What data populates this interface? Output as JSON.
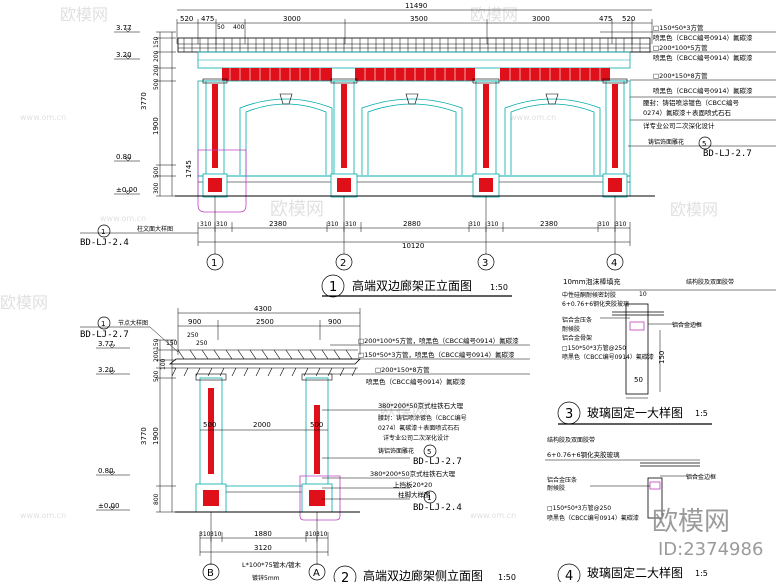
{
  "colors": {
    "red": "#e0101a",
    "cyan": "#00aaaa",
    "magenta": "#c040c0",
    "line": "#000000"
  },
  "watermark": {
    "site": "欧模网",
    "url": "www.om.cn",
    "brand": "欧模网",
    "id": "ID:2374986"
  },
  "front": {
    "title": "高端双边廊架正立面图",
    "scale": "1:50",
    "num": "1",
    "top_total": "11490",
    "top_dims": [
      "520",
      "475",
      "50",
      "400",
      "3000",
      "3500",
      "3000",
      "475",
      "520"
    ],
    "bottom_dims": [
      "310",
      "310",
      "2380",
      "310",
      "310",
      "2880",
      "310",
      "310",
      "2380",
      "310",
      "310"
    ],
    "bottom_total": "10120",
    "left_levels": [
      "3.77",
      "3.20",
      "0.80",
      "±0.00"
    ],
    "left_dims": [
      "150",
      "200",
      "200",
      "500",
      "3770",
      "1900",
      "1745",
      "500",
      "300"
    ],
    "axes": [
      "1",
      "2",
      "3",
      "4"
    ],
    "notes": [
      "□150*50*3方管",
      "喷黑色（CBCC编号0914）氟碳漆",
      "□200*100*5方管",
      "喷黑色（CBCC编号0914）氟碳漆",
      "□200*150*8方管",
      "喷黑色（CBCC编号0914）氟碳漆",
      "腰封：铸铝喷涂镀色（CBCC编号",
      "0274）氟碳漆＋表面喷式石石",
      "详专业公司二次深化设计",
      "铸铝饰面雕花"
    ],
    "callout_right": {
      "num": "5",
      "code": "BD-LJ-2.7"
    },
    "callout_left": {
      "label": "柱文面大样图",
      "num": "1",
      "code": "BD-LJ-2.4"
    }
  },
  "side": {
    "title": "高端双边廊架侧立面图",
    "scale": "1:50",
    "num": "2",
    "top_dims": [
      "4300",
      "900",
      "2500",
      "900",
      "150",
      "250",
      "250"
    ],
    "bottom_dims": [
      "310",
      "310",
      "1880",
      "310",
      "310",
      "3120"
    ],
    "mid_dims": [
      "500",
      "2000",
      "500"
    ],
    "left_levels": [
      "3.77",
      "3.20",
      "0.80",
      "±0.00"
    ],
    "left_dims": [
      "150",
      "200",
      "100",
      "500",
      "3770",
      "1900",
      "800"
    ],
    "axes": [
      "B",
      "A"
    ],
    "callout_top": {
      "label": "节点大样图",
      "num": "1",
      "code": "BD-LJ-2.7"
    },
    "notes": [
      "□200*100*5方管，喷黑色（CBCC编号0914）氟碳漆",
      "□150*50*3方管，喷黑色（CBCC编号0914）氟碳漆",
      "□200*150*8方管",
      "喷黑色（CBCC编号0914）氟碳漆",
      "380*200*50京式柱铁石大理",
      "腰封：铸铝喷涂镀色（CBCC编号",
      "0274）氟碳漆＋表面喷式石石",
      "详专业公司二次深化设计",
      "铸铝饰面雕花",
      "380*200*50京式柱铁石大理",
      "上挡板20*20",
      "柱脚大样图"
    ],
    "callout_mid": {
      "num": "5",
      "code": "BD-LJ-2.7"
    },
    "callout_low": {
      "num": "1",
      "code": "BD-LJ-2.4"
    },
    "bottom_note": "L*100*75镀木/镀木",
    "bottom_note2": "镀锌5mm"
  },
  "detail3": {
    "title": "玻璃固定一大样图",
    "scale": "1:5",
    "num": "3",
    "notes_left": [
      "10mm泡沫棒填充",
      "中性硅酮耐候密封胶",
      "6+0.76+6钢化夹胶玻璃",
      "铝合金压条",
      "耐候胶",
      "铝合金骨架",
      "□150*50*3方管@250",
      "喷黑色（CBCC编号0914）氟碳漆"
    ],
    "notes_right": [
      "结构胶及双面胶带",
      "铝合金边框"
    ],
    "dims": [
      "10",
      "150",
      "50"
    ]
  },
  "detail4": {
    "title": "玻璃固定二大样图",
    "scale": "1:5",
    "num": "4",
    "notes": [
      "结构胶及双面胶带",
      "6+0.76+6钢化夹胶玻璃",
      "铝合金边框",
      "铝合金压条",
      "耐候胶",
      "□150*50*3方管@250",
      "喷黑色（CBCC编号0914）氟碳漆"
    ]
  }
}
